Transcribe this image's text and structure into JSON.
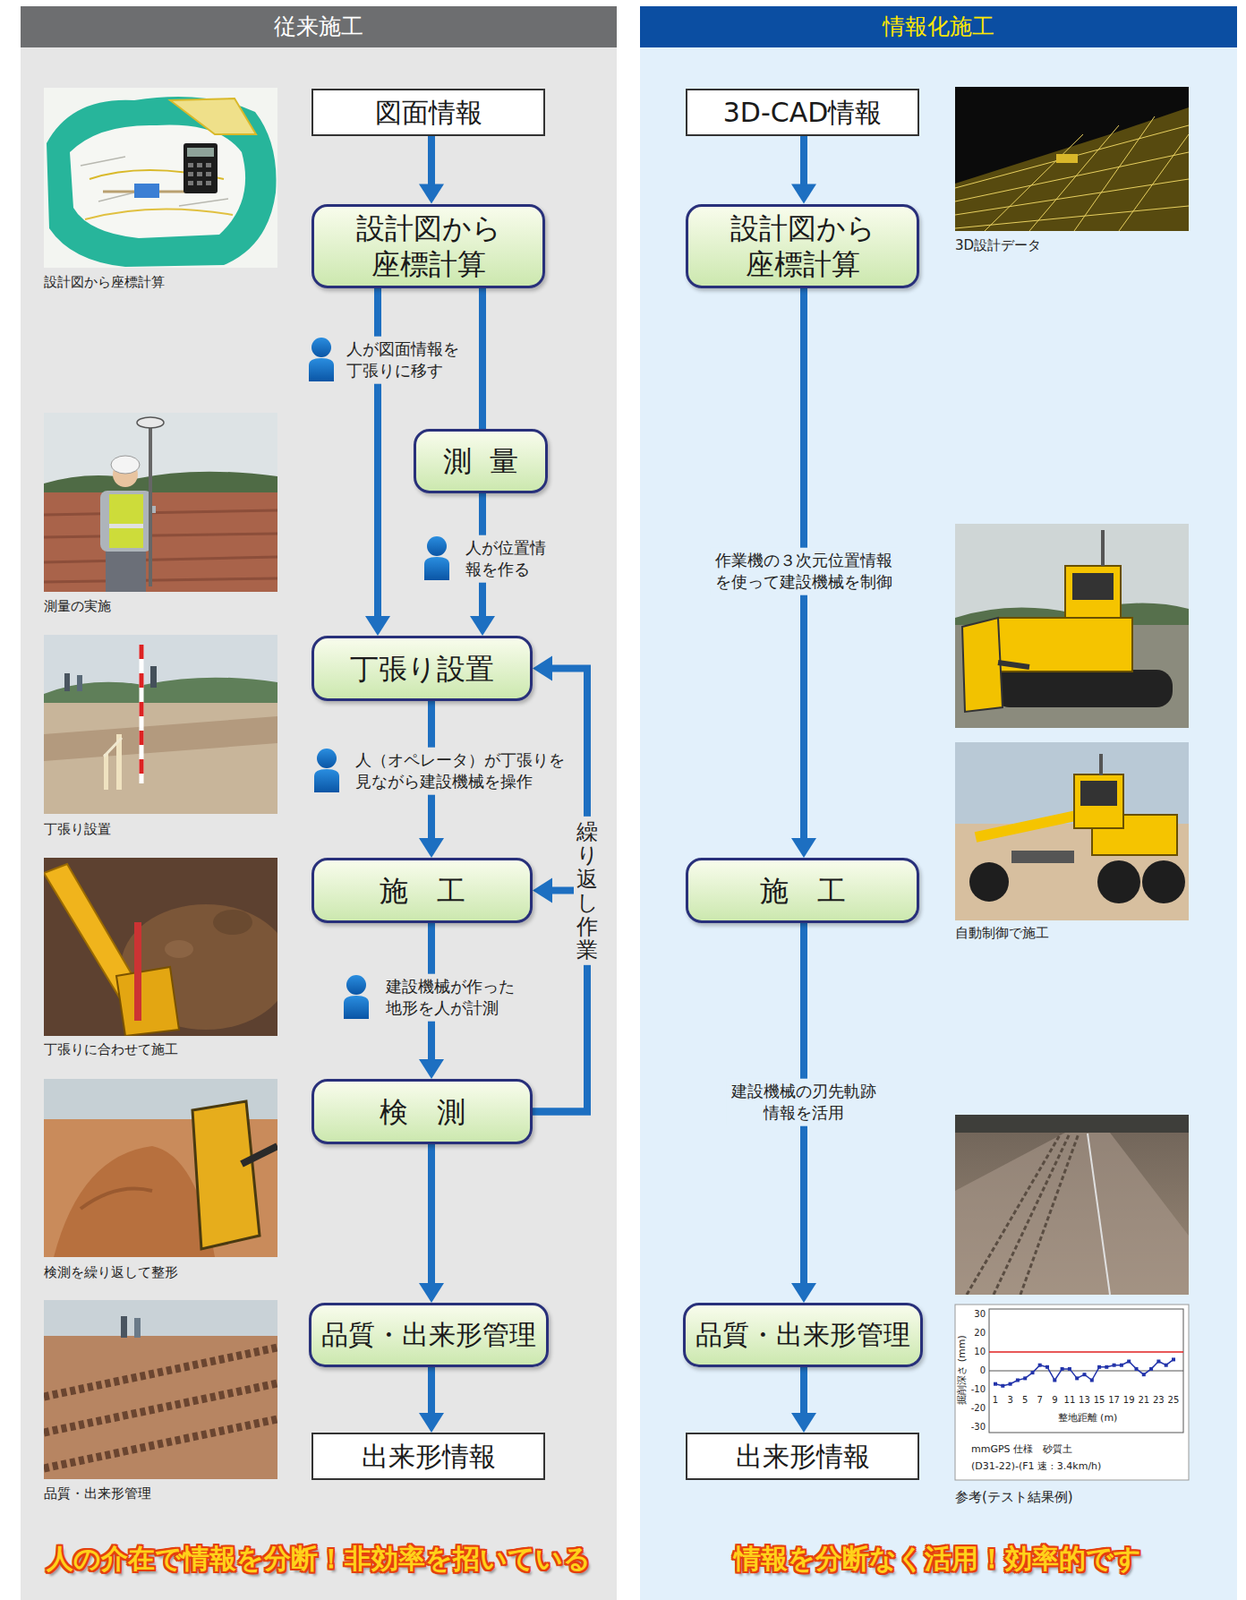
{
  "diagram": {
    "nodes": [
      {
        "text": [
          "従来施工"
        ]
      },
      {
        "text": [
          "図面情報"
        ]
      },
      {
        "text": [
          "設計図から座標計算"
        ]
      },
      {
        "text": [
          "測量"
        ]
      },
      {
        "text": [
          "丁張り設置"
        ]
      },
      {
        "text": [
          "施工"
        ]
      },
      {
        "text": [
          "検測"
        ]
      },
      {
        "text": [
          "品質・出来形管理"
        ]
      },
      {
        "text": [
          "出来形情報"
        ]
      },
      {
        "text": [
          "情報化施工"
        ]
      },
      {
        "text": [
          "3D-CAD情報"
        ]
      },
      {
        "text": [
          "設計図から座標計算"
        ]
      },
      {
        "text": [
          "施工"
        ]
      },
      {
        "text": [
          "品質・出来形管理"
        ]
      },
      {
        "text": [
          "出来形情報"
        ]
      }
    ],
    "edges": [
      {
        "from": 1,
        "to": 2,
        "arrow": "to"
      },
      {
        "from": 2,
        "to": 4,
        "label": "人が図面情報を丁張りに移す",
        "arrow": "to"
      },
      {
        "from": 2,
        "to": 3,
        "arrow": "none"
      },
      {
        "from": 3,
        "to": 4,
        "label": "人が位置情報を作る",
        "arrow": "to"
      },
      {
        "from": 4,
        "to": 5,
        "label": "人（オペレータ）が丁張りを見ながら建設機械を操作",
        "arrow": "to"
      },
      {
        "from": 5,
        "to": 6,
        "label": "建設機械が作った地形を人が計測",
        "arrow": "to"
      },
      {
        "from": 6,
        "to": 4,
        "label": "繰り返し作業",
        "arrow": "to"
      },
      {
        "from": 6,
        "to": 5,
        "arrow": "to"
      },
      {
        "from": 6,
        "to": 7,
        "arrow": "to"
      },
      {
        "from": 7,
        "to": 8,
        "arrow": "to"
      },
      {
        "from": 10,
        "to": 11,
        "arrow": "to"
      },
      {
        "from": 11,
        "to": 12,
        "label": "作業機の３次元位置情報を使って建設機械を制御",
        "arrow": "to"
      },
      {
        "from": 12,
        "to": 13,
        "label": "建設機械の刃先軌跡情報を活用",
        "arrow": "to"
      },
      {
        "from": 13,
        "to": 14,
        "arrow": "to"
      }
    ],
    "labels": [
      "設計図から座標計算",
      "測量の実施",
      "丁張り設置",
      "丁張りに合わせて施工",
      "検測を繰り返して整形",
      "品質・出来形管理",
      "人の介在で情報を分断！非効率を招いている",
      "3D設計データ",
      "自動制御で施工",
      "参考(テスト結果例)",
      "30",
      "20",
      "10",
      "0",
      "-10",
      "-20",
      "-30",
      "1",
      "3",
      "5",
      "7",
      "9",
      "11",
      "13",
      "15",
      "17",
      "19",
      "21",
      "23",
      "25",
      "掘削深さ (mm)",
      "整地距離 (m)",
      "mmGPS 仕様　砂質土",
      "(D31-22)-(F1 速 : 3.4km/h)",
      "情報を分断なく活用！効率的です"
    ]
  }
}
